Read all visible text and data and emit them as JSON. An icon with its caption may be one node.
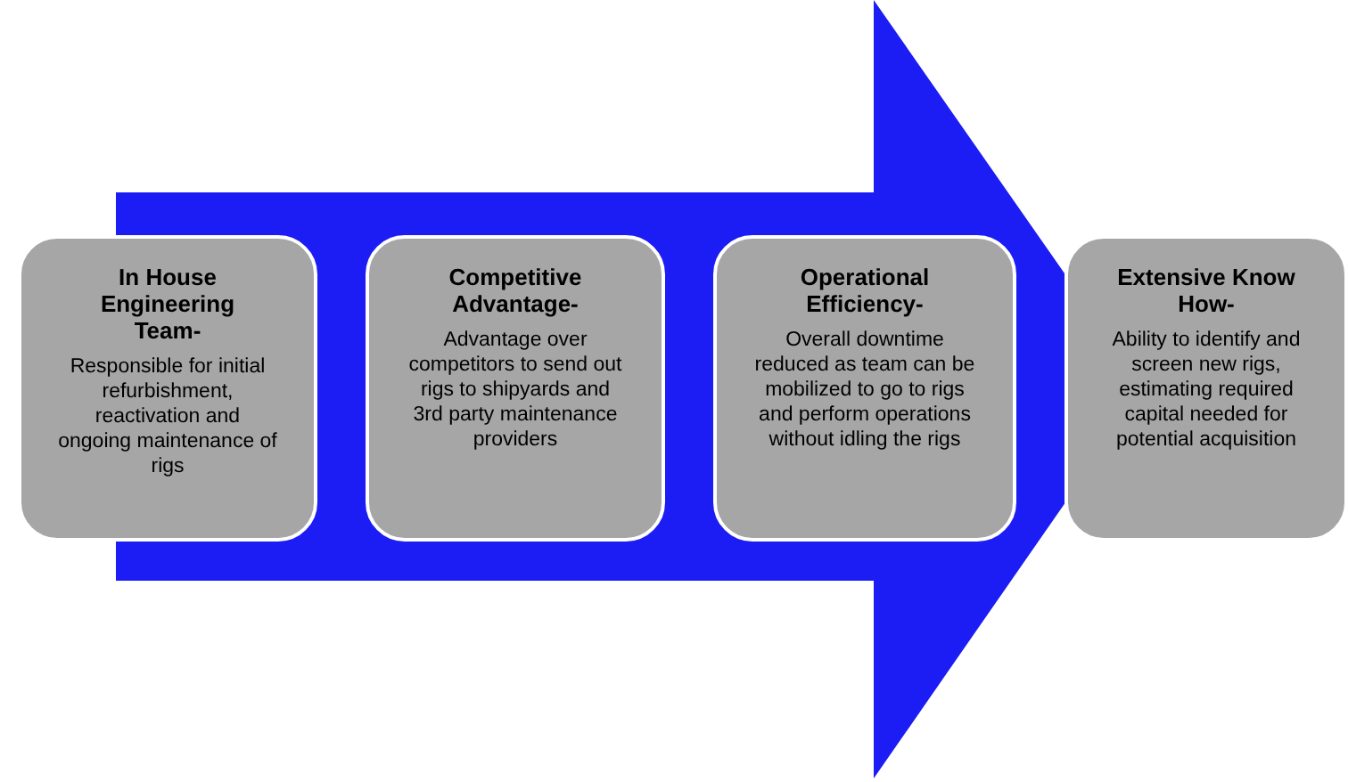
{
  "diagram": {
    "nodes": [
      {
        "text": [
          "In House Engineering Team-",
          "Responsible for initial refurbishment, reactivation and ongoing maintenance of rigs"
        ]
      },
      {
        "text": [
          "Competitive Advantage-",
          "Advantage over competitors to send out rigs to shipyards and 3rd party maintenance providers"
        ]
      },
      {
        "text": [
          "Operational Efficiency-",
          "Overall downtime reduced as team can be mobilized to go to rigs and perform operations without idling the rigs"
        ]
      },
      {
        "text": [
          "Extensive Know How-",
          "Ability to identify and screen new rigs, estimating required capital needed for potential acquisition"
        ]
      }
    ],
    "edges": [
      {
        "from": 0,
        "to": 3,
        "arrow": "to"
      }
    ]
  }
}
